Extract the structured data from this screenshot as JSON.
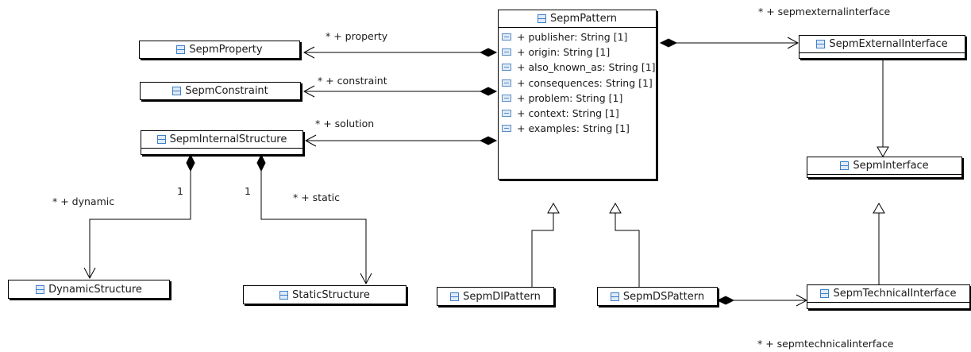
{
  "classes": {
    "pattern": {
      "name": "SepmPattern",
      "attributes": [
        "+ publisher: String [1]",
        "+ origin: String [1]",
        "+ also_known_as: String [1]",
        "+ consequences: String [1]",
        "+ problem: String [1]",
        "+ context: String [1]",
        "+ examples: String [1]"
      ]
    },
    "property": "SepmProperty",
    "constraint": "SepmConstraint",
    "internal_structure": "SepmInternalStructure",
    "dynamic_structure": "DynamicStructure",
    "static_structure": "StaticStructure",
    "di_pattern": "SepmDIPattern",
    "ds_pattern": "SepmDSPattern",
    "external_interface": "SepmExternalInterface",
    "interface": "SepmInterface",
    "technical_interface": "SepmTechnicalInterface"
  },
  "labels": {
    "property": "* + property",
    "constraint": "* + constraint",
    "solution": "* + solution",
    "dynamic": "* + dynamic",
    "static": "* + static",
    "dynamic_mult": "1",
    "static_mult": "1",
    "external": "* + sepmexternalinterface",
    "technical": "* + sepmtechnicalinterface"
  },
  "colors": {
    "line": "#000000",
    "icon": "#3f7ec8"
  }
}
